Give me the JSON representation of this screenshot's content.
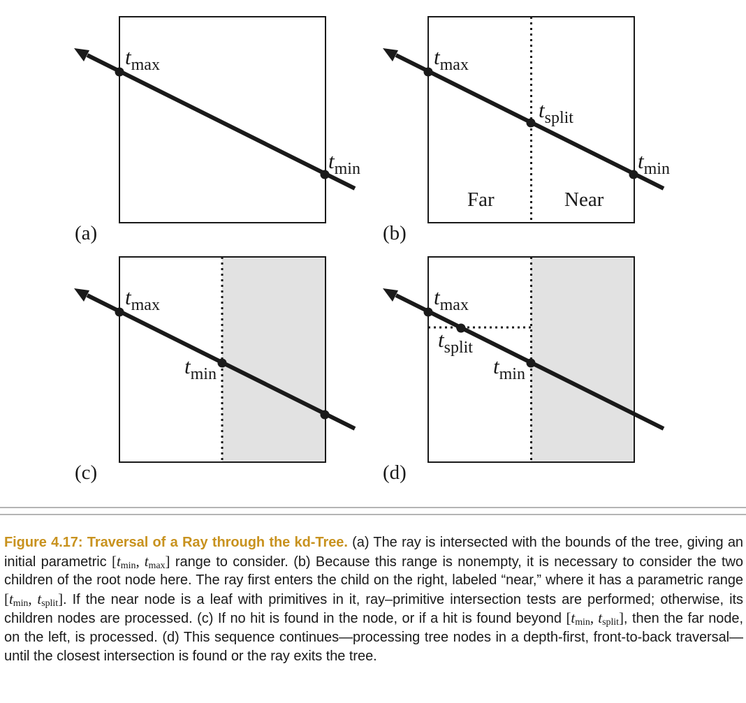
{
  "panels": {
    "a": {
      "label": "(a)",
      "t_max": {
        "t": "t",
        "sub": "max"
      },
      "t_min": {
        "t": "t",
        "sub": "min"
      }
    },
    "b": {
      "label": "(b)",
      "t_max": {
        "t": "t",
        "sub": "max"
      },
      "t_split": {
        "t": "t",
        "sub": "split"
      },
      "t_min": {
        "t": "t",
        "sub": "min"
      },
      "far_label": "Far",
      "near_label": "Near"
    },
    "c": {
      "label": "(c)",
      "t_max": {
        "t": "t",
        "sub": "max"
      },
      "t_min": {
        "t": "t",
        "sub": "min"
      }
    },
    "d": {
      "label": "(d)",
      "t_max": {
        "t": "t",
        "sub": "max"
      },
      "t_split": {
        "t": "t",
        "sub": "split"
      },
      "t_min": {
        "t": "t",
        "sub": "min"
      }
    }
  },
  "colors": {
    "line": "#1a1a1a",
    "shade": "#e2e2e2",
    "caption_title": "#c8921e",
    "rule": "#b4b4b4"
  },
  "caption": {
    "title": "Figure 4.17: Traversal of a Ray through the kd-Tree.",
    "part1": " (a) The ray is intersected with the bounds of the tree, giving an initial parametric ",
    "range1": {
      "open": "[",
      "t1": "t",
      "sub1": "min",
      "sep": ", ",
      "t2": "t",
      "sub2": "max",
      "close": "]"
    },
    "part2": " range to consider. (b) Because this range is nonempty, it is necessary to consider the two children of the root node here. The ray first enters the child on the right, labeled “near,” where it has a parametric range ",
    "range2": {
      "open": "[",
      "t1": "t",
      "sub1": "min",
      "sep": ", ",
      "t2": "t",
      "sub2": "split",
      "close": "]"
    },
    "part3": ". If the near node is a leaf with primitives in it, ray–primitive intersection tests are performed; otherwise, its children nodes are processed. (c) If no hit is found in the node, or if a hit is found beyond ",
    "range3": {
      "open": "[",
      "t1": "t",
      "sub1": "min",
      "sep": ", ",
      "t2": "t",
      "sub2": "split",
      "close": "]"
    },
    "part4": ", then the far node, on the left, is processed. (d) This sequence continues—processing tree nodes in a depth-first, front-to-back traversal—until the closest intersection is found or the ray exits the tree."
  }
}
